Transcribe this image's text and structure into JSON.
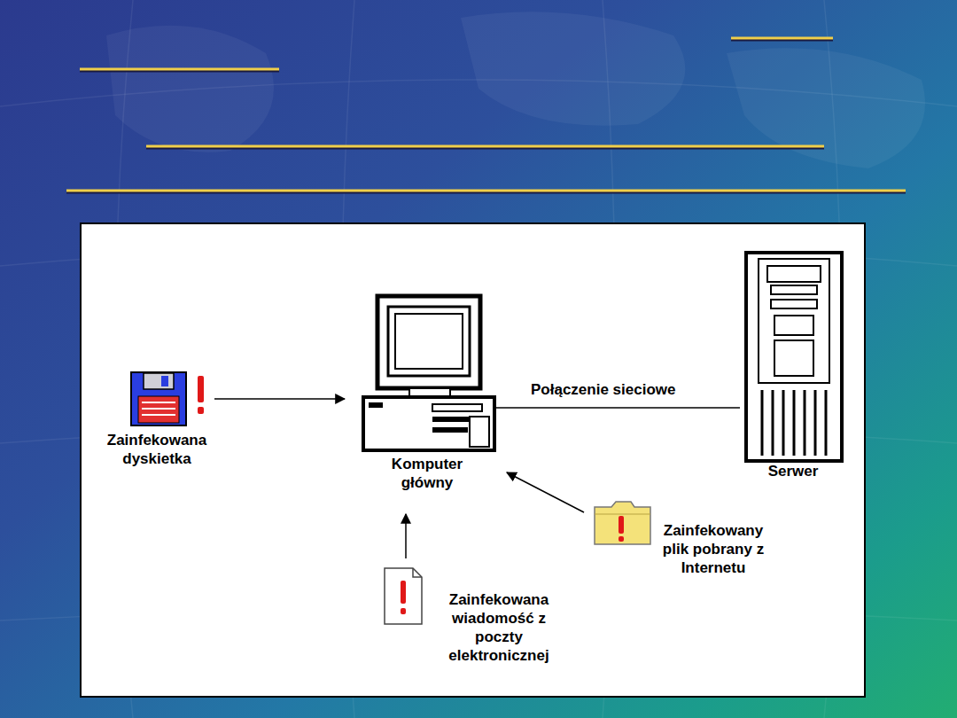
{
  "diagram": {
    "nodes": [
      {
        "text": [
          "Komputer główny"
        ]
      },
      {
        "text": [
          "Serwer"
        ]
      },
      {
        "text": [
          "Zainfekowana dyskietka"
        ]
      },
      {
        "text": [
          "Zainfekowany plik pobrany z Internetu"
        ]
      },
      {
        "text": [
          "Zainfekowana wiadomość z poczty elektronicznej"
        ]
      }
    ],
    "edges": [
      {
        "from": 0,
        "to": 1,
        "label": "Połączenie sieciowe",
        "arrow": "none"
      },
      {
        "from": 2,
        "to": 0,
        "arrow": "to"
      },
      {
        "from": 3,
        "to": 0,
        "arrow": "to"
      },
      {
        "from": 4,
        "to": 0,
        "arrow": "to"
      }
    ]
  }
}
